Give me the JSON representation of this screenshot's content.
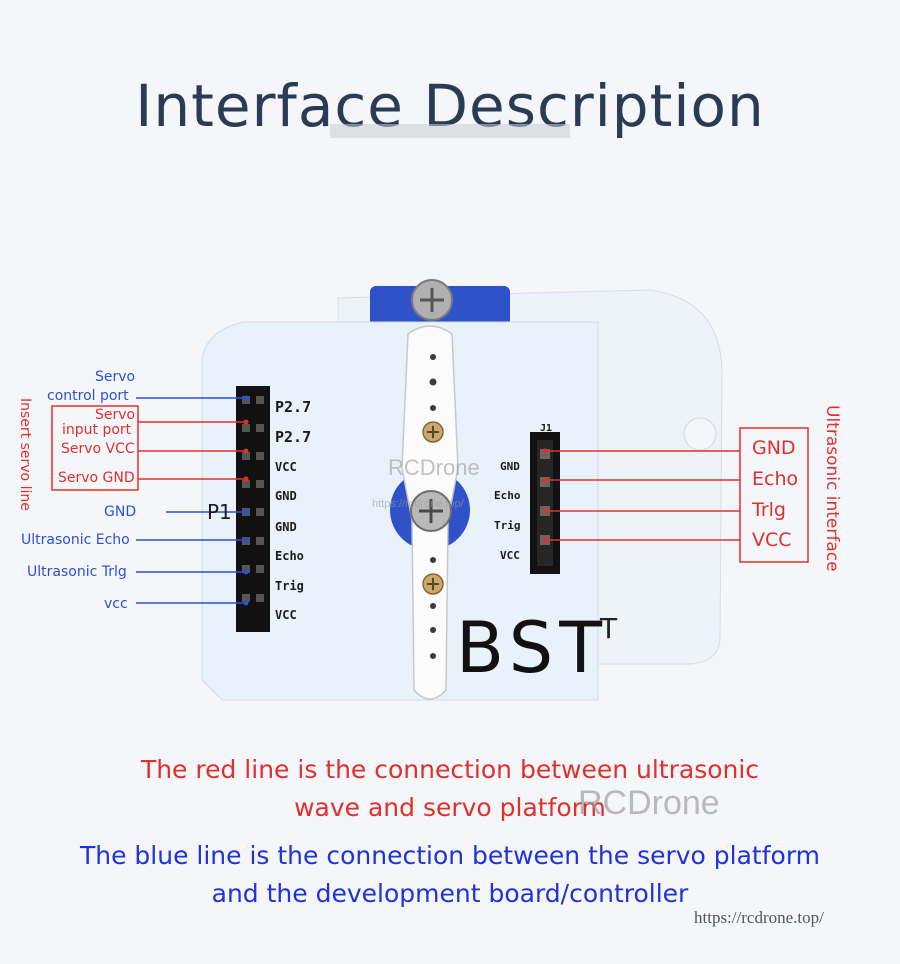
{
  "title": "Interface Description",
  "left_labels": {
    "servo_control_port_1": "Servo",
    "servo_control_port_2": "control port",
    "servo_input_port_1": "Servo",
    "servo_input_port_2": "input port",
    "servo_vcc": "Servo VCC",
    "servo_gnd": "Servo GND",
    "gnd": "GND",
    "ultrasonic_echo": "Ultrasonic Echo",
    "ultrasonic_trlg": "Ultrasonic Trlg",
    "vcc": "vcc",
    "insert_servo_line": "Insert servo line"
  },
  "board": {
    "p1_label": "P1",
    "p1_pins": [
      "P2.7",
      "P2.7",
      "VCC",
      "GND",
      "GND",
      "Echo",
      "Trig",
      "VCC"
    ],
    "j1_label": "J1",
    "j1_pins": [
      "GND",
      "Echo",
      "Trig",
      "VCC"
    ],
    "brand": "BST",
    "brand_suffix": "T"
  },
  "right_labels": {
    "gnd": "GND",
    "echo": "Echo",
    "trlg": "Trlg",
    "vcc": "VCC",
    "ultrasonic_interface": "Ultrasonic interface"
  },
  "notes": {
    "red_line_1": "The red line is the connection between ultrasonic",
    "red_line_2": "wave and servo platform",
    "blue_line_1": "The blue line is the connection between the servo platform",
    "blue_line_2": "and the development board/controller"
  },
  "watermark": "RCDrone",
  "watermark_small": "https://rcdrone.top/",
  "url": "https://rcdrone.top/",
  "colors": {
    "title": "#2b3a55",
    "red": "#e0302e",
    "blue": "#2d4fd6",
    "board": "#e9f1fb",
    "header": "#111111"
  }
}
